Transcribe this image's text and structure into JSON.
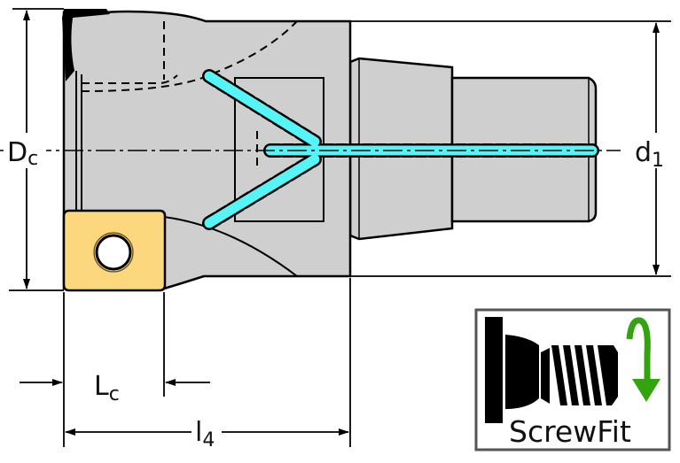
{
  "labels": {
    "dc_main": "D",
    "dc_sub": "c",
    "d1_main": "d",
    "d1_sub": "1",
    "lc_main": "L",
    "lc_sub": "c",
    "l4_main": "l",
    "l4_sub": "4"
  },
  "logo": {
    "text": "ScrewFit"
  },
  "colors": {
    "body": "#cfcfcf",
    "coolant": "#55f4f7",
    "insert": "#fcd77d",
    "arrow": "#33a310"
  }
}
